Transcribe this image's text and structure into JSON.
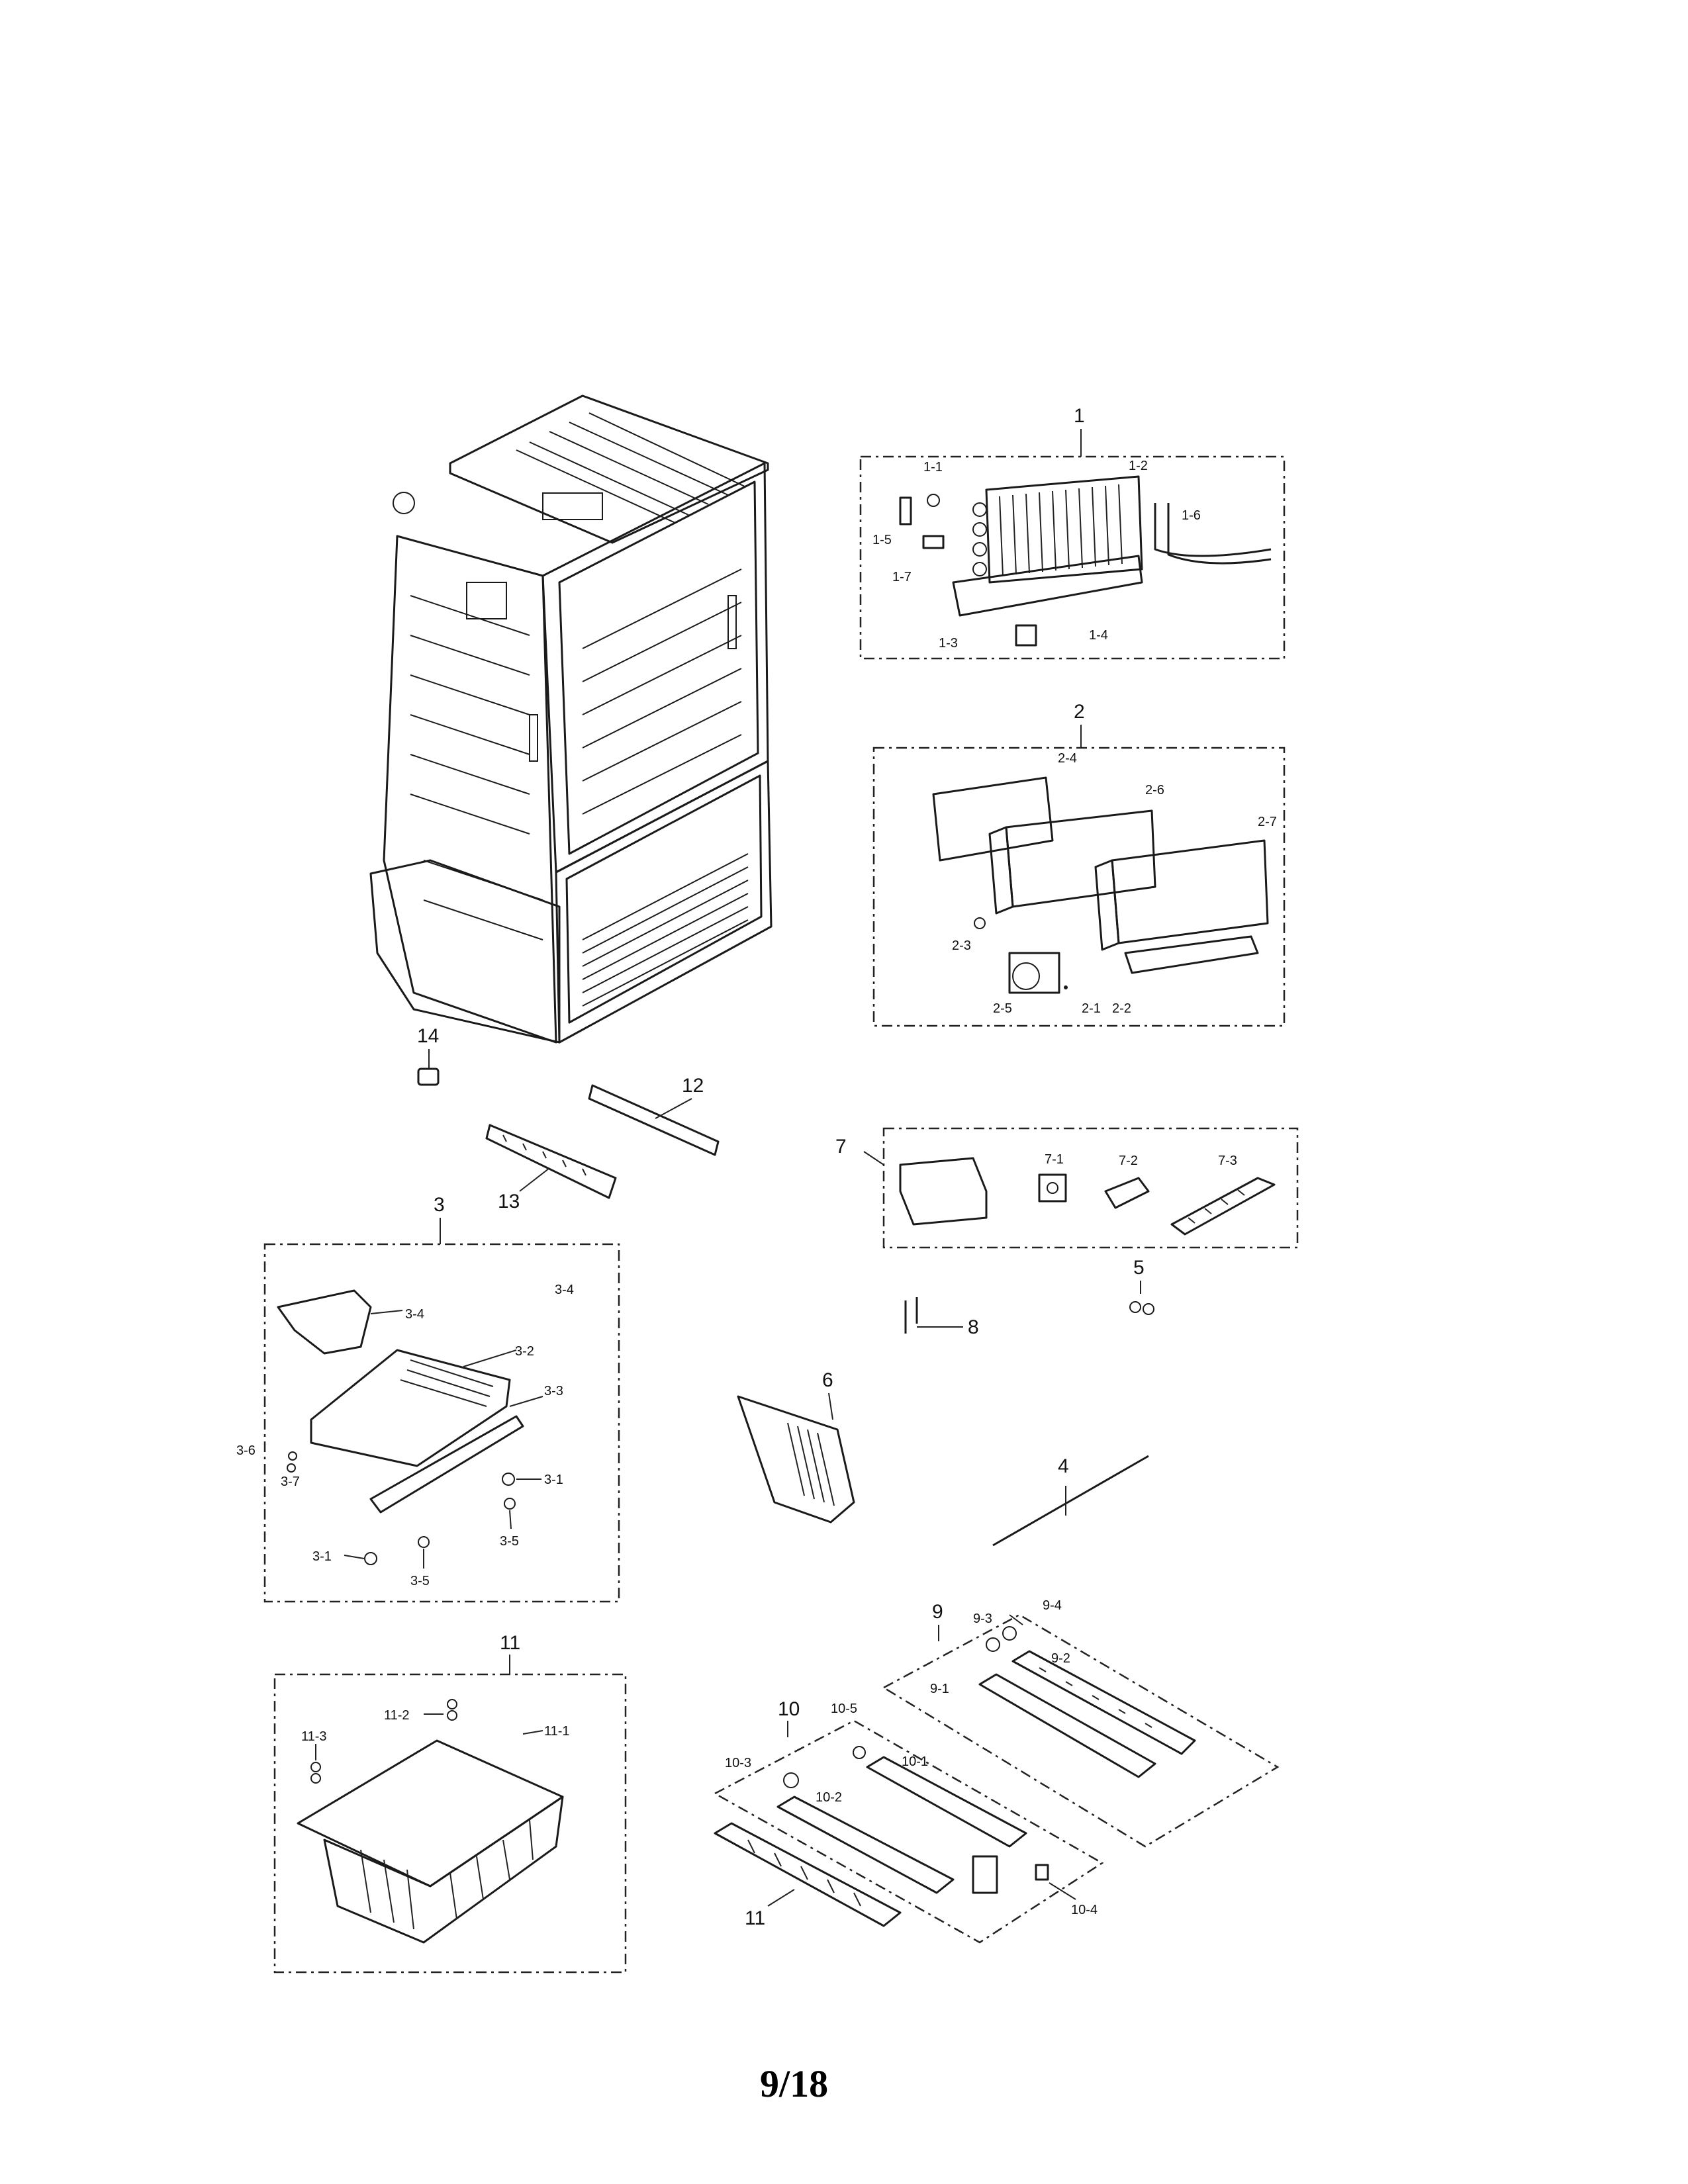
{
  "page_number": "9/18",
  "callouts": {
    "main": [
      "1",
      "2",
      "3",
      "4",
      "5",
      "6",
      "7",
      "8",
      "9",
      "10",
      "11",
      "11",
      "12",
      "13",
      "14"
    ],
    "sub": [
      "1-1",
      "1-2",
      "1-3",
      "1-4",
      "1-5",
      "1-6",
      "1-7",
      "2-1",
      "2-2",
      "2-3",
      "2-4",
      "2-5",
      "2-6",
      "2-7",
      "3-1",
      "3-1",
      "3-2",
      "3-3",
      "3-4",
      "3-4",
      "3-5",
      "3-5",
      "3-6",
      "3-7",
      "7-1",
      "7-2",
      "7-3",
      "9-1",
      "9-2",
      "9-3",
      "9-4",
      "10-1",
      "10-2",
      "10-3",
      "10-4",
      "10-5",
      "11-1",
      "11-2",
      "11-3"
    ]
  }
}
